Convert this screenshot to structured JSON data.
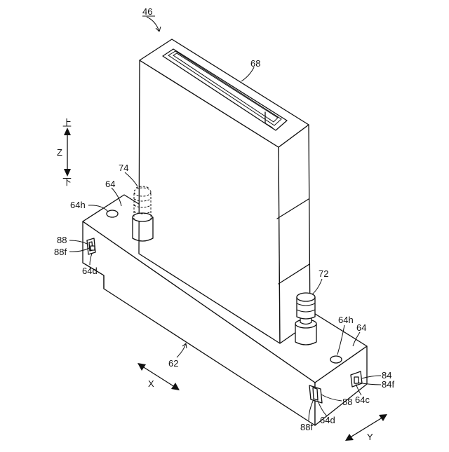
{
  "figure": {
    "ref": "46",
    "labels": {
      "connector": "68",
      "tube_rear": "74",
      "tube_front": "72",
      "base": "62",
      "flange_left": "64",
      "flange_right": "64",
      "hole_left": "64h",
      "hole_right": "64h",
      "clip_left": "88",
      "clip_left_f": "88f",
      "recess_left": "64d",
      "clip_front": "88",
      "clip_front_f": "88f",
      "recess_front": "64d",
      "recess_right": "64c",
      "clip_right": "84",
      "clip_right_f": "84f"
    },
    "axes": {
      "z": "Z",
      "up": "上",
      "down": "下",
      "x": "X",
      "y": "Y"
    }
  }
}
